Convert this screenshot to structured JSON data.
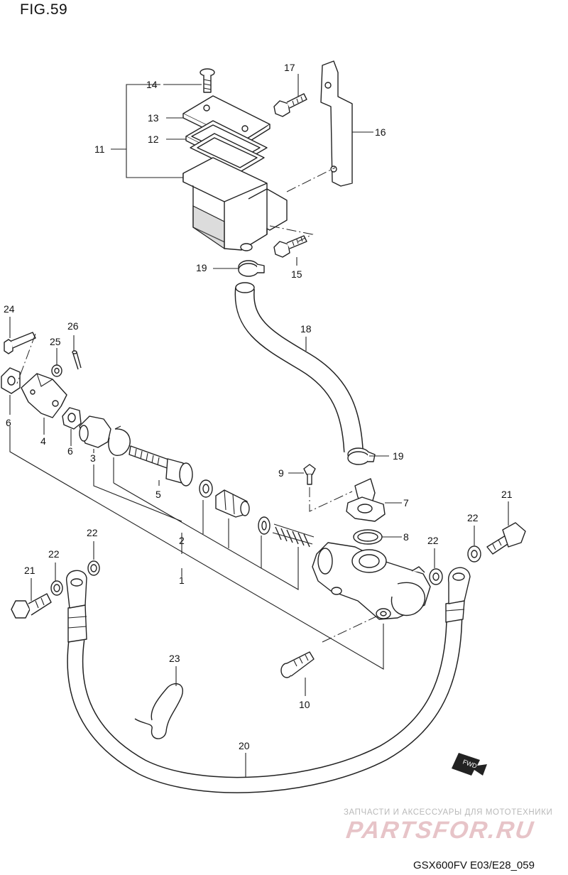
{
  "figure": {
    "title": "FIG.59",
    "footer": "GSX600FV E03/E28_059",
    "direction_marker": "FWD"
  },
  "watermark": {
    "tagline": "ЗАПЧАСТИ И АКСЕССУАРЫ ДЛЯ МОТОТЕХНИКИ",
    "logo": "PARTSFOR.RU"
  },
  "callouts": {
    "c1": "1",
    "c2": "2",
    "c3": "3",
    "c4": "4",
    "c5": "5",
    "c6a": "6",
    "c6b": "6",
    "c7": "7",
    "c8": "8",
    "c9": "9",
    "c10": "10",
    "c11": "11",
    "c12": "12",
    "c13": "13",
    "c14": "14",
    "c15": "15",
    "c16": "16",
    "c17": "17",
    "c18": "18",
    "c19a": "19",
    "c19b": "19",
    "c20": "20",
    "c21a": "21",
    "c21b": "21",
    "c22a": "22",
    "c22b": "22",
    "c22c": "22",
    "c22d": "22",
    "c23": "23",
    "c24": "24",
    "c25": "25",
    "c26": "26"
  }
}
